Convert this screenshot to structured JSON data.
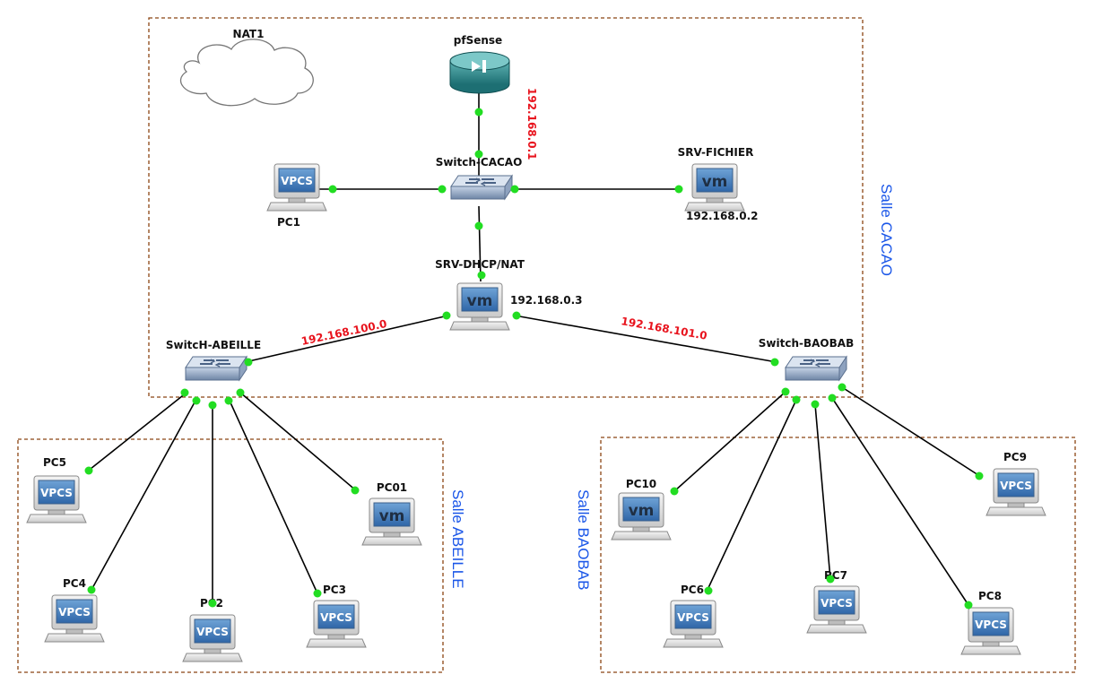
{
  "zones": {
    "cacao": "Salle CACAO",
    "abeille": "Salle ABEILLE",
    "baobab": "Salle BAOBAB"
  },
  "nodes": {
    "nat1": "NAT1",
    "pfsense": "pfSense",
    "switch_cacao": "Switch-CACAO",
    "srv_fichier": "SRV-FICHIER",
    "srv_fichier_ip": "192.168.0.2",
    "pc1": "PC1",
    "srv_dhcp": "SRV-DHCP/NAT",
    "srv_dhcp_ip": "192.168.0.3",
    "switch_abeille": "SwitcH-ABEILLE",
    "switch_baobab": "Switch-BAOBAB",
    "pc5": "PC5",
    "pc4": "PC4",
    "pc2": "PC2",
    "pc3": "PC3",
    "pc01": "PC01",
    "pc10": "PC10",
    "pc6": "PC6",
    "pc7": "PC7",
    "pc8": "PC8",
    "pc9": "PC9"
  },
  "links": {
    "pfsense_ip": "192.168.0.1",
    "abeille_net": "192.168.100.0",
    "baobab_net": "192.168.101.0"
  },
  "icons": {
    "vpcs": "VPCS",
    "vm": "vm"
  },
  "colors": {
    "link_dot": "#22dd22",
    "zone_border": "#8b4513",
    "red_label": "#e8141e",
    "zone_label": "#1a56e8"
  }
}
